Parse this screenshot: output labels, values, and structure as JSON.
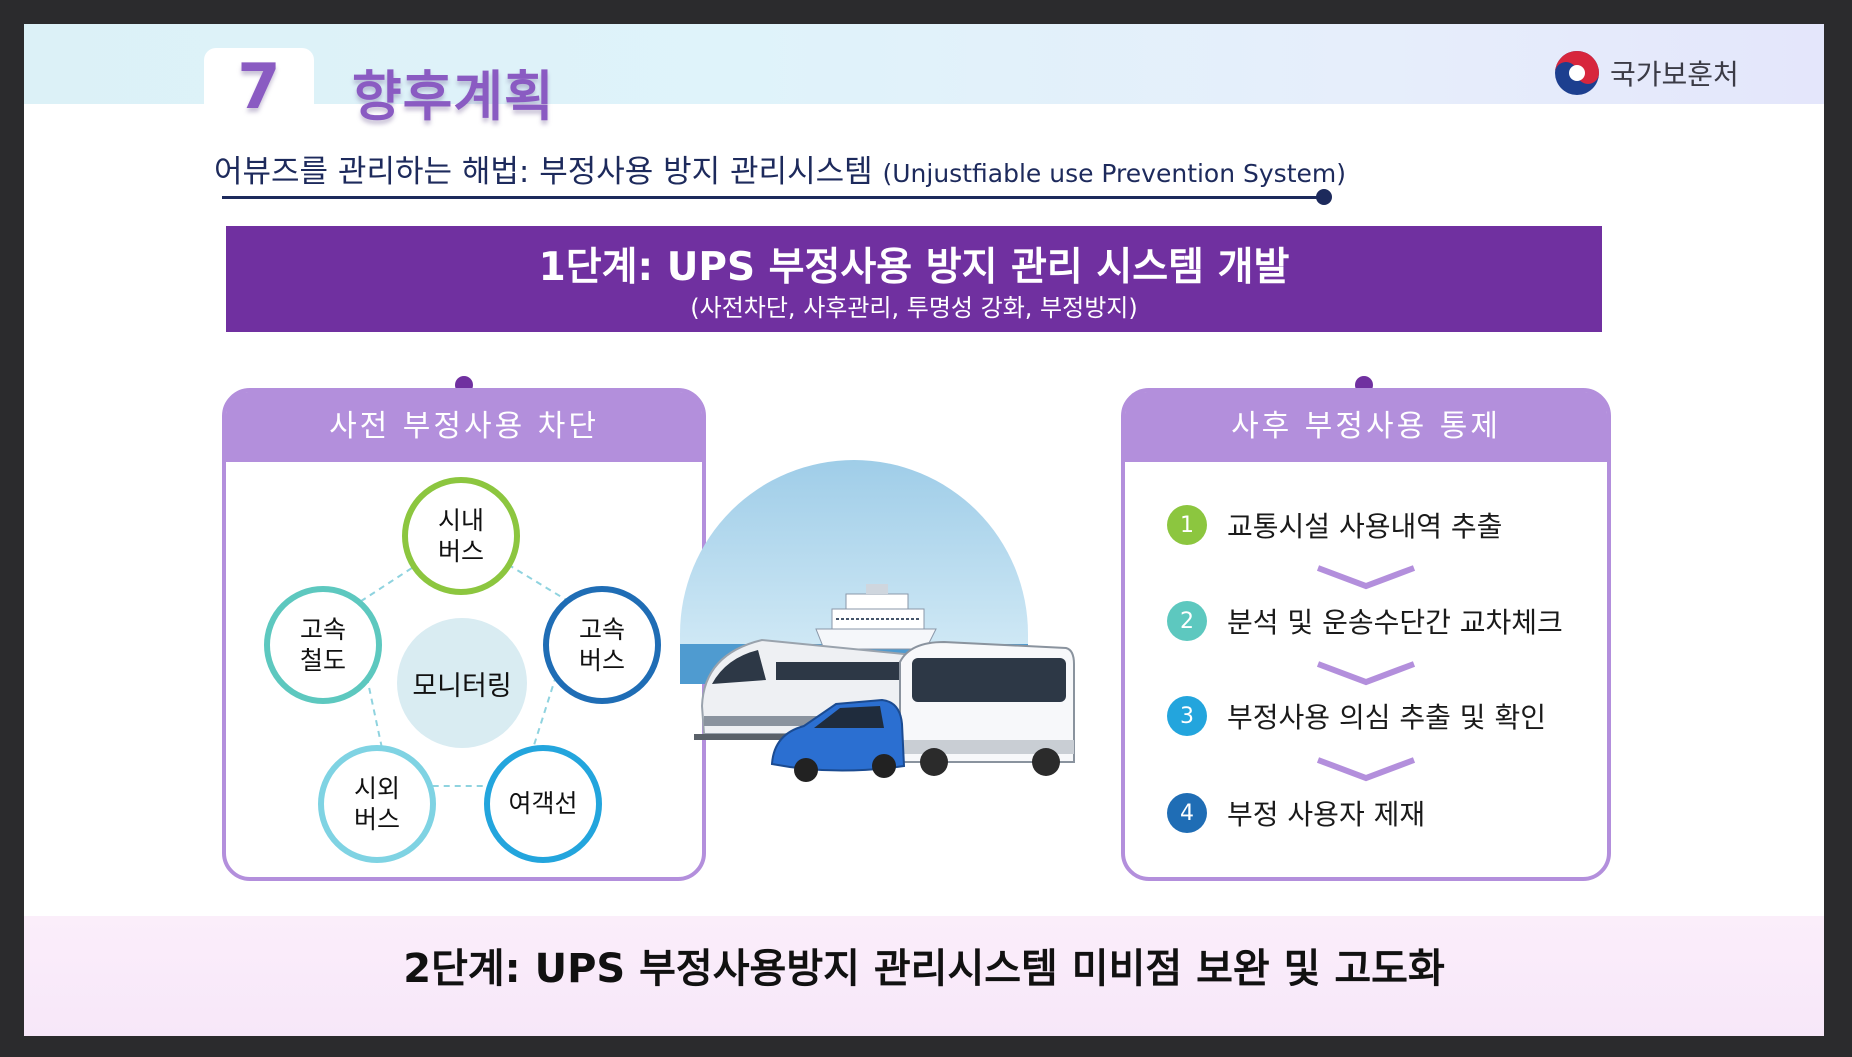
{
  "header": {
    "section_number": "7",
    "title": "향후계획",
    "org_name": "국가보훈처"
  },
  "subtitle": {
    "ko": "어뷰즈를 관리하는 해법: 부정사용 방지 관리시스템",
    "en": "(Unjustfiable use Prevention System)"
  },
  "stage1": {
    "title": "1단계: UPS 부정사용 방지 관리 시스템 개발",
    "subtitle": "(사전차단, 사후관리, 투명성 강화, 부정방지)"
  },
  "left_panel": {
    "title": "사전 부정사용 차단",
    "center": "모니터링",
    "items": [
      {
        "line1": "시내",
        "line2": "버스",
        "color": "#8cc63f"
      },
      {
        "line1": "고속",
        "line2": "버스",
        "color": "#1f6db5"
      },
      {
        "line1": "여객선",
        "line2": "",
        "color": "#23a5dd"
      },
      {
        "line1": "시외",
        "line2": "버스",
        "color": "#7fd3e3"
      },
      {
        "line1": "고속",
        "line2": "철도",
        "color": "#5dc8bf"
      }
    ]
  },
  "right_panel": {
    "title": "사후 부정사용 통제",
    "steps": [
      {
        "num": "1",
        "label": "교통시설 사용내역 추출",
        "color": "#8cc63f"
      },
      {
        "num": "2",
        "label": "분석 및 운송수단간 교차체크",
        "color": "#5dc8bf"
      },
      {
        "num": "3",
        "label": "부정사용 의심 추출 및 확인",
        "color": "#23a5dd"
      },
      {
        "num": "4",
        "label": "부정 사용자 제재",
        "color": "#1f6db5"
      }
    ]
  },
  "stage2": {
    "title": "2단계: UPS 부정사용방지 관리시스템 미비점 보완 및 고도화"
  },
  "colors": {
    "purple": "#7030a0",
    "lavender": "#b38fdc",
    "navy": "#1d2a5c"
  }
}
